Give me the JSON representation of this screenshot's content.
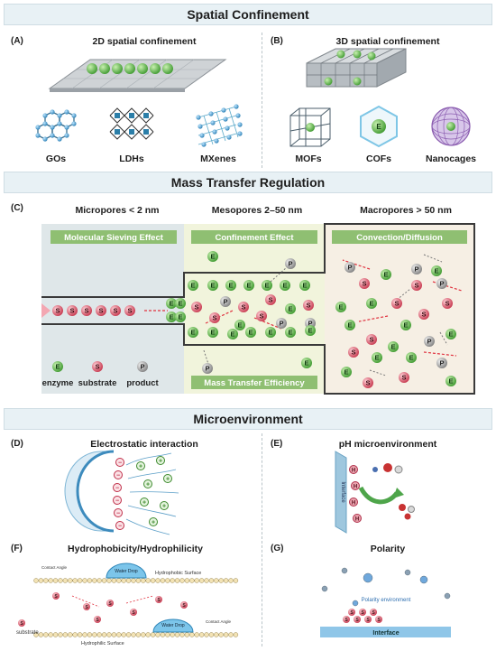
{
  "sections": {
    "spatial": "Spatial Confinement",
    "mass": "Mass Transfer Regulation",
    "micro": "Microenvironment"
  },
  "panels": {
    "a": {
      "label": "(A)",
      "title": "2D spatial confinement",
      "items": [
        "GOs",
        "LDHs",
        "MXenes"
      ]
    },
    "b": {
      "label": "(B)",
      "title": "3D spatial confinement",
      "items": [
        "MOFs",
        "COFs",
        "Nanocages"
      ]
    },
    "c": {
      "label": "(C)",
      "pores": [
        "Micropores < 2 nm",
        "Mesopores 2–50 nm",
        "Macropores > 50 nm"
      ],
      "effects": [
        "Molecular Sieving Effect",
        "Confinement Effect",
        "Convection/Diffusion"
      ],
      "efficiency": "Mass Transfer Efficiency",
      "legend": [
        {
          "symbol": "E",
          "label": "enzyme"
        },
        {
          "symbol": "S",
          "label": "substrate"
        },
        {
          "symbol": "P",
          "label": "product"
        }
      ]
    },
    "d": {
      "label": "(D)",
      "title": "Electrostatic interaction"
    },
    "e": {
      "label": "(E)",
      "title": "pH microenvironment",
      "wall": "Interface"
    },
    "f": {
      "label": "(F)",
      "title": "Hydrophobicity/Hydrophilicity",
      "contact_angle": "Contact Angle",
      "water_drop": "Water Drop",
      "hydrophobic": "Hydrophobic Surface",
      "hydrophilic": "Hydrophilic Surface",
      "substrate": "substrate"
    },
    "g": {
      "label": "(G)",
      "title": "Polarity",
      "env": "Polarity environment",
      "interface": "Interface"
    }
  },
  "symbols": {
    "enzyme": "E",
    "substrate": "S",
    "product": "P",
    "proton": "H",
    "plus": "+",
    "minus": "−"
  },
  "colors": {
    "enzyme": "#5cb848",
    "substrate": "#e0556a",
    "product": "#9a9a9a",
    "banner": "#e8f1f5",
    "effect_bar": "#8fbf72"
  }
}
